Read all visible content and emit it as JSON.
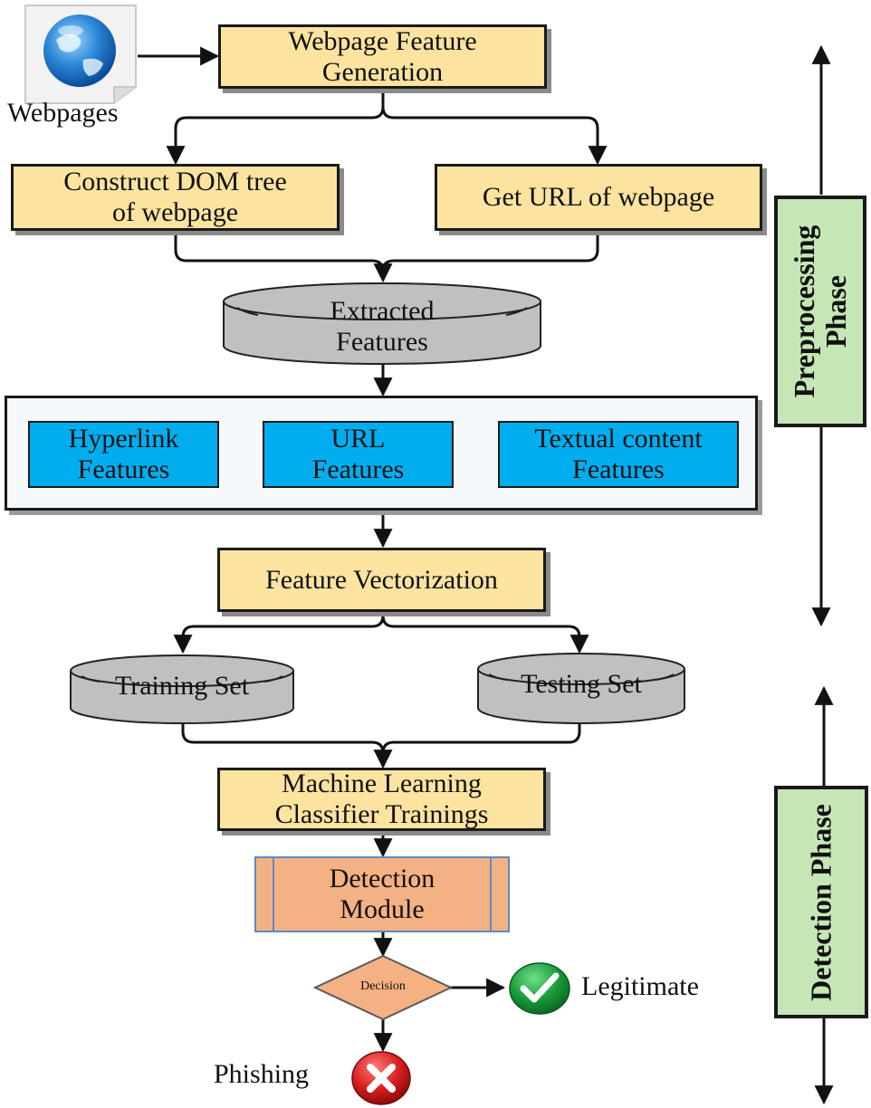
{
  "nodes": {
    "webpages_label": "Webpages",
    "feature_generation": "Webpage Feature\nGeneration",
    "construct_dom": "Construct DOM tree\nof webpage",
    "get_url": "Get URL of webpage",
    "extracted_features": "Extracted\nFeatures",
    "hyperlink_features": "Hyperlink\nFeatures",
    "url_features": "URL\nFeatures",
    "textual_features": "Textual content\nFeatures",
    "feature_vectorization": "Feature Vectorization",
    "training_set": "Training Set",
    "testing_set": "Testing Set",
    "ml_training": "Machine Learning\nClassifier Trainings",
    "detection_module": "Detection\nModule",
    "decision": "Decision",
    "legitimate": "Legitimate",
    "phishing": "Phishing"
  },
  "phases": {
    "preprocessing": "Preprocessing\nPhase",
    "detection": "Detection Phase"
  },
  "icons": {
    "webpages": "globe-page-icon",
    "legitimate": "green-check-icon",
    "phishing": "red-x-icon"
  },
  "colors": {
    "process_fill": "#fde3a0",
    "feature_fill": "#00aeef",
    "store_fill": "#c0c0c0",
    "phase_fill": "#c6e7b5",
    "module_fill": "#f4b183"
  }
}
